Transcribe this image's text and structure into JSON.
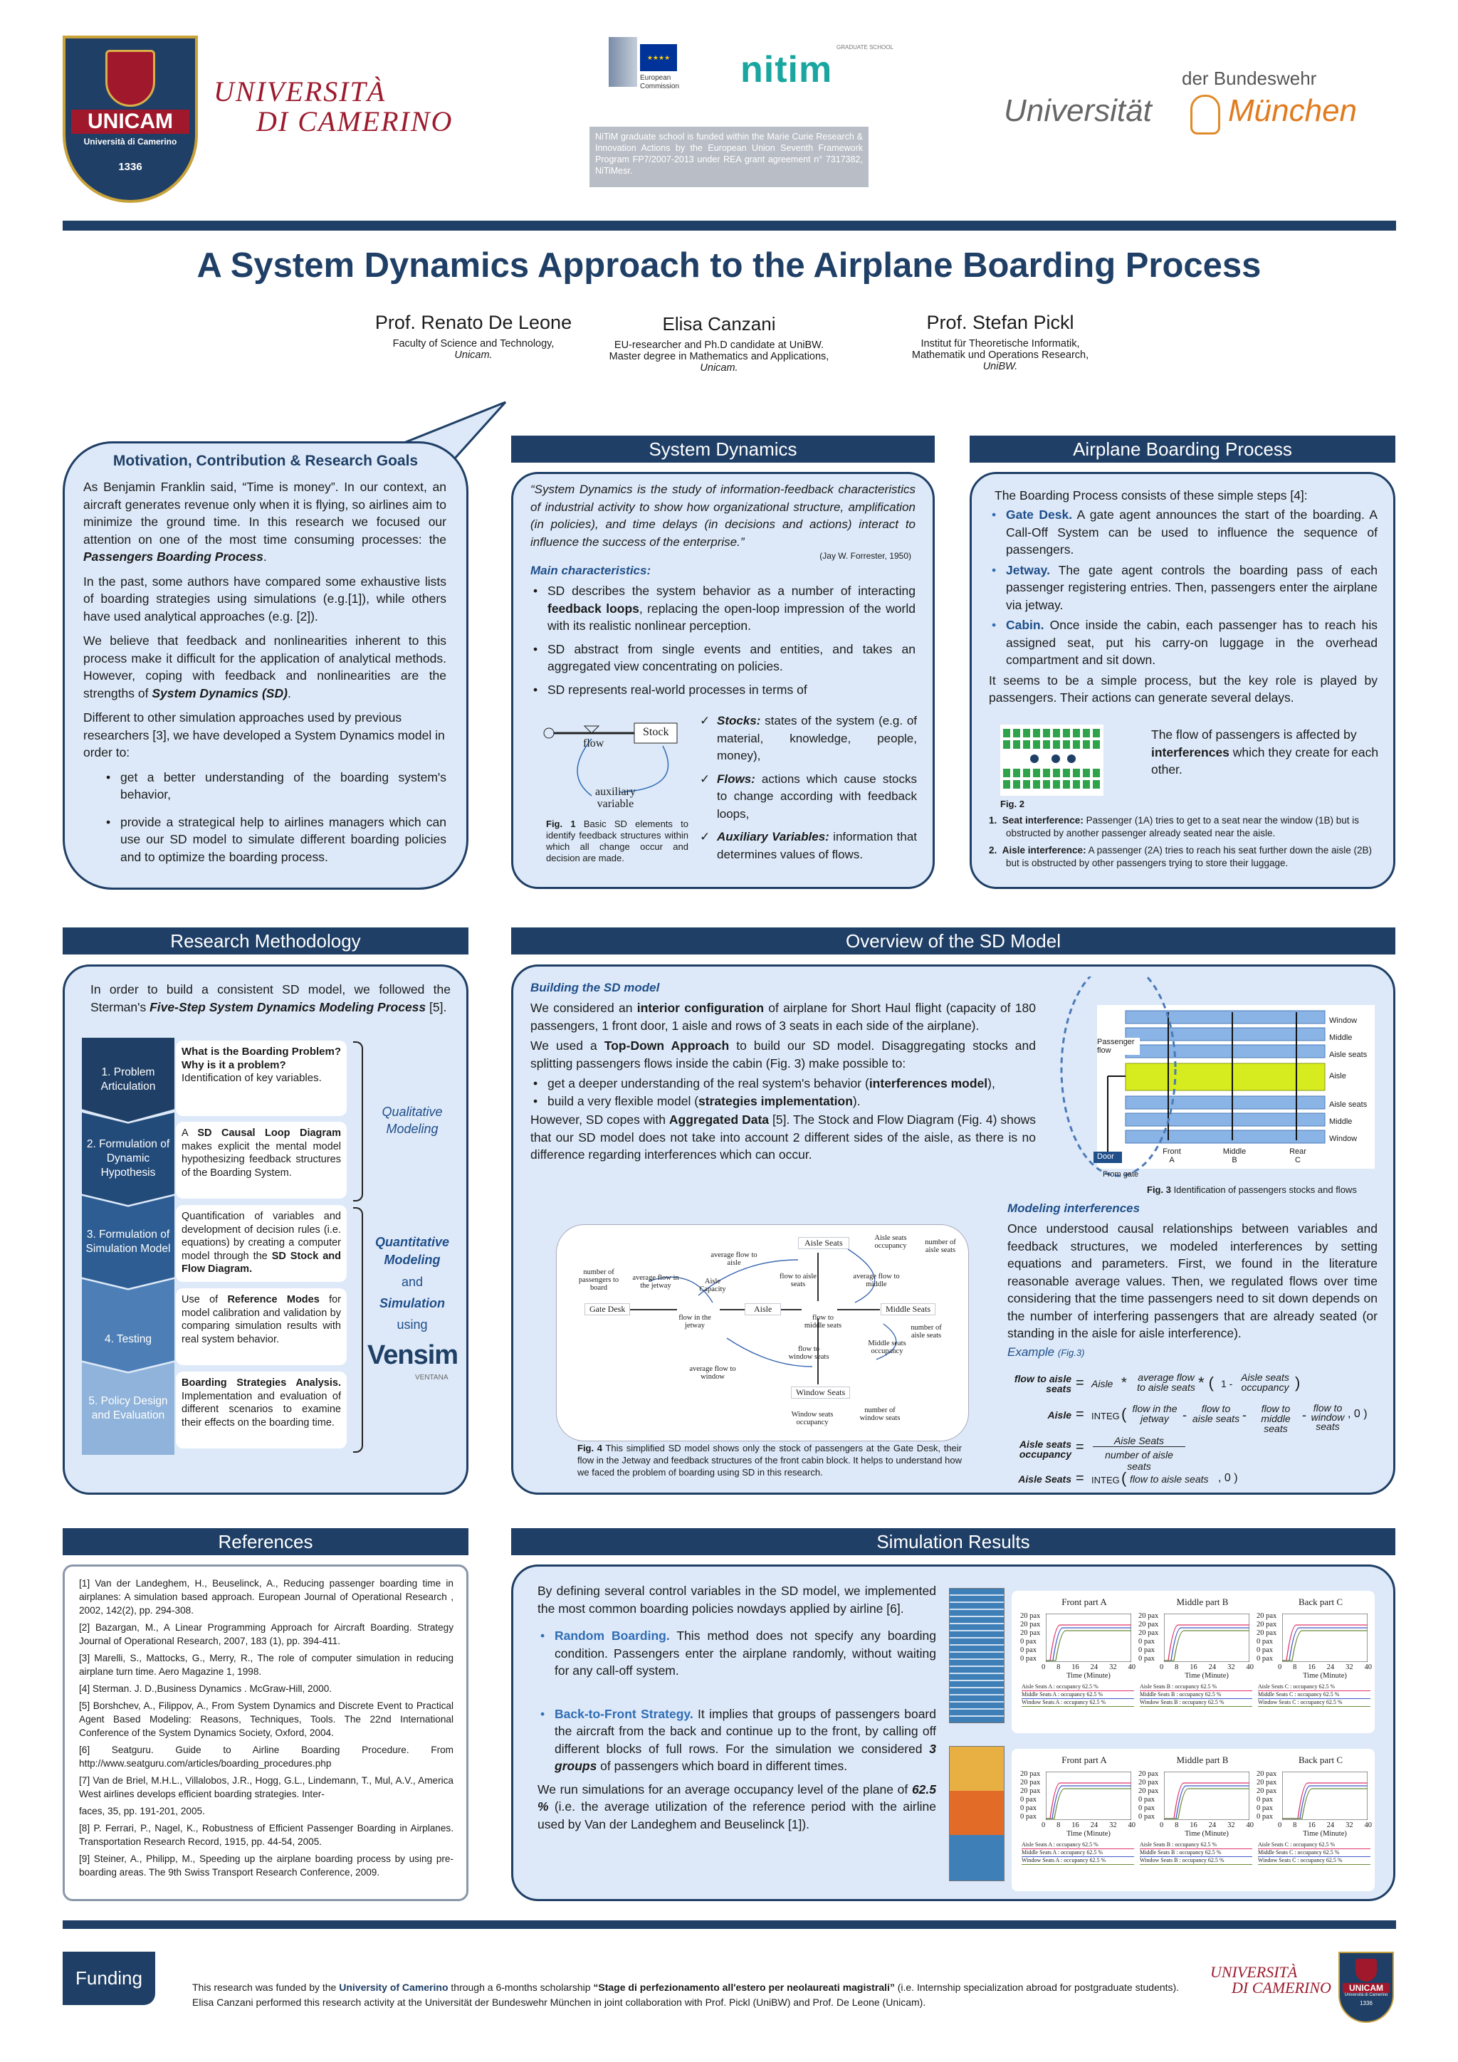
{
  "header": {
    "unicam_logo": {
      "name": "UNICAM",
      "sub": "Università di Camerino",
      "year": "1336"
    },
    "unicam_wordmark": [
      "UNIVERSITÀ",
      "DI CAMERINO"
    ],
    "ec_label": [
      "European",
      "Commission"
    ],
    "nitim_logo": "nitim",
    "nitim_tag": "GRADUATE SCHOOL",
    "nitim_note": "NiTiM graduate school is funded within the Marie Curie Research & Innovation Actions by the European Union Seventh Framework Program FP7/2007-2013 under REA grant agreement n° 7317382, NiTiMesr.",
    "unibw": {
      "top": "der Bundeswehr",
      "left": "Universität",
      "right": "München"
    }
  },
  "title": "A System Dynamics Approach to the Airplane Boarding Process",
  "authors": [
    {
      "name": "Prof. Renato De Leone",
      "lines": [
        "Faculty of Science and Technology,",
        "Unicam."
      ]
    },
    {
      "name": "Elisa Canzani",
      "lines": [
        "EU-researcher and Ph.D candidate at UniBW.",
        "Master degree in Mathematics and Applications,",
        "Unicam."
      ]
    },
    {
      "name": "Prof. Stefan Pickl",
      "lines": [
        "Institut für Theoretische Informatik,",
        "Mathematik und Operations Research,",
        "UniBW."
      ]
    }
  ],
  "motivation": {
    "title": "Motivation, Contribution & Research Goals",
    "p1": "As Benjamin Franklin said, “Time is money”. In our context, an aircraft generates revenue only when it is flying, so airlines aim to minimize the ground time. In this research we focused our attention on one of the most time consuming processes: the ",
    "p1_em": "Passengers Boarding Process",
    "p2": "In the past, some authors have compared some exhaustive lists of boarding strategies using simulations (e.g.[1]), while others have used analytical approaches (e.g. [2]).",
    "p3": "We believe that feedback and nonlinearities inherent to this process make it difficult for the application of analytical methods. However, coping with feedback and nonlinearities are the strengths of ",
    "p3_em": "System Dynamics (SD)",
    "p4": "Different to other simulation approaches used by previous researchers [3], we have developed a System Dynamics model in order to:",
    "bullets": [
      "get a better understanding of the boarding system's behavior,",
      "provide a strategical help to airlines managers which can use our SD model to simulate different boarding policies and to optimize the boarding process."
    ]
  },
  "system_dynamics": {
    "title": "System Dynamics",
    "quote": "“System Dynamics is the study of information-feedback characteristics of industrial activity to show how organizational structure, amplification (in policies), and time delays (in decisions and actions) interact to influence the success of the enterprise.”",
    "quote_author": "(Jay W. Forrester, 1950)",
    "main_char": "Main characteristics:",
    "b1a": "SD describes the system behavior as a number of interacting ",
    "b1b": "feedback loops",
    "b1c": ", replacing the open-loop impression of the world with its realistic nonlinear perception.",
    "b2": "SD abstract from single events and entities, and takes an aggregated view concentrating on policies.",
    "b3": "SD represents real-world processes in terms of",
    "checks": [
      {
        "term": "Stocks:",
        "text": " states of the system (e.g. of material, knowledge, people, money),"
      },
      {
        "term": "Flows:",
        "text": " actions which cause stocks to change according with feedback loops,"
      },
      {
        "term": "Auxiliary Variables:",
        "text": " information that determines values of flows."
      }
    ],
    "diagram": {
      "flow": "flow",
      "stock": "Stock",
      "aux1": "auxiliary",
      "aux2": "variable"
    },
    "fig1_label": "Fig. 1",
    "fig1": " Basic SD elements to identify feedback structures within which all change occur and decision are made."
  },
  "boarding": {
    "title": "Airplane Boarding Process",
    "intro": "The Boarding Process consists of these simple steps [4]:",
    "steps": [
      {
        "term": "Gate Desk.",
        "text": " A gate agent announces the start of the boarding. A Call-Off System can be used to influence the sequence of passengers."
      },
      {
        "term": "Jetway.",
        "text": " The gate agent controls the boarding pass of each passenger registering entries. Then, passengers enter the airplane via jetway."
      },
      {
        "term": "Cabin.",
        "text": " Once inside the cabin, each passenger has to reach his assigned seat, put his carry-on luggage in the overhead compartment and sit down."
      }
    ],
    "p2": "It seems to be a simple process, but the key role is played by passengers. Their actions can generate several delays.",
    "flow_a": "The flow of passengers is affected by ",
    "flow_b": "interferences",
    "flow_c": " which they create for each other.",
    "fig2": "Fig. 2",
    "notes": [
      {
        "term": "Seat interference:",
        "text": " Passenger (1A) tries to get to a seat near the window (1B) but is obstructed by another passenger already seated near the aisle."
      },
      {
        "term": "Aisle interference:",
        "text": " A passenger (2A) tries to reach his seat further down the aisle (2B) but is obstructed by other passengers trying to store their luggage."
      }
    ]
  },
  "methodology": {
    "title": "Research Methodology",
    "intro_a": "In order to build a consistent SD model, we followed the Sterman's ",
    "intro_b": "Five-Step System Dynamics Modeling Process",
    "intro_c": " [5].",
    "steps": [
      {
        "label": "1. Problem Articulation",
        "title": "What is the Boarding Problem? Why is it a problem?",
        "text": "Identification of key variables."
      },
      {
        "label": "2. Formulation of Dynamic Hypothesis",
        "pre": "A ",
        "bold": "SD Causal Loop Diagram",
        "text": " makes explicit the mental model hypothesizing feedback structures of the Boarding System."
      },
      {
        "label": "3. Formulation of Simulation Model",
        "text": "Quantification of variables and development of decision rules (i.e. equations) by creating a computer model through the ",
        "bold": "SD Stock and Flow Diagram."
      },
      {
        "label": "4. Testing",
        "pre": "Use of ",
        "bold": "Reference Modes",
        "text": " for model calibration and validation by comparing simulation results with real system behavior."
      },
      {
        "label": "5. Policy Design and Evaluation",
        "bold": "Boarding Strategies Analysis.",
        "text": " Implementation and evaluation of different scenarios to examine their effects on the boarding time."
      }
    ],
    "qualitative": "Qualitative Modeling",
    "quantitative": "Quantitative Modeling",
    "and": "and",
    "simulation": "Simulation",
    "using": "using",
    "vensim": "Vensim",
    "ventana": "VENTANA"
  },
  "overview": {
    "title": "Overview of the SD Model",
    "building": "Building the SD model",
    "p1a": "We considered an ",
    "p1b": "interior configuration",
    "p1c": " of airplane for Short Haul flight (capacity of 180 passengers, 1 front door, 1 aisle and rows of 3 seats in each side of the airplane).",
    "p2a": "We used a ",
    "p2b": "Top-Down Approach",
    "p2c": " to build our SD model. Disaggregating stocks and splitting passengers flows inside the cabin (Fig. 3) make possible to:",
    "b1a": "get a deeper understanding of the real system's behavior (",
    "b1b": "interferences model",
    "b1c": "),",
    "b2a": "build a very flexible model (",
    "b2b": "strategies implementation",
    "b2c": ").",
    "p3a": "However, SD copes with ",
    "p3b": "Aggregated Data",
    "p3c": " [5]. The Stock and Flow Diagram (Fig. 4) shows that our SD model does not take into account 2 different sides of the aisle, as there is no difference regarding interferences which can occur.",
    "fig3_labels": {
      "passenger_flow": "Passenger flow",
      "door": "Door",
      "from_gate": "From gate",
      "front": "Front A",
      "middle": "Middle B",
      "rear": "Rear C",
      "rows": [
        "Window",
        "Middle",
        "Aisle seats",
        "Aisle",
        "Aisle seats",
        "Middle",
        "Window"
      ]
    },
    "fig3_label": "Fig. 3",
    "fig3": " Identification of passengers stocks and flows",
    "modeling": "Modeling interferences",
    "p4": "Once understood causal relationships between variables and feedback structures, we modeled interferences by setting equations and parameters. First, we found in the literature reasonable average values. Then, we regulated flows over time considering that the time passengers need to sit down depends on the number of interfering passengers that are already seated (or standing in the aisle for aisle interference).",
    "example": "Example",
    "example_ref": "(Fig.3)",
    "eq": {
      "l1": "flow to aisle seats",
      "aisle": "Aisle",
      "avg": "average flow to aisle seats",
      "one": "1 -",
      "as_occ": "Aisle seats occupancy",
      "integ": "INTEG",
      "l2_a": "flow in the jetway",
      "l2_b": "flow to aisle seats",
      "l2_c": "flow to middle seats",
      "l2_d": "flow to window seats",
      "zero": "0",
      "l3": "Aisle seats occupancy",
      "l3_num": "Aisle Seats",
      "l3_den": "number of aisle seats",
      "l4": "Aisle Seats",
      "l4_a": "flow to aisle seats"
    },
    "fig4_labels": {
      "aisle_seats": "Aisle Seats",
      "asocc": "Aisle seats occupancy",
      "num_aisle": "number of aisle seats",
      "avg_aisle": "average flow to aisle",
      "num_board": "number of passengers to board",
      "avg_jet": "average flow in the jetway",
      "aisle_cap": "Aisle Capacity",
      "flow_aisle": "flow to aisle seats",
      "avg_mid": "average flow to middle",
      "gate": "Gate Desk",
      "flow_jet": "flow in the jetway",
      "aisle": "Aisle",
      "flow_mid": "flow to middle seats",
      "middle": "Middle Seats",
      "num_aisle2": "number of aisle seats",
      "mid_occ": "Middle seats occupancy",
      "flow_win": "flow to window seats",
      "avg_win": "average flow to window",
      "window": "Window Seats",
      "win_occ": "Window seats occupancy",
      "num_win": "number of window seats"
    },
    "fig4_label": "Fig. 4",
    "fig4": " This simplified SD model shows only the stock of passengers at the Gate Desk, their flow in the Jetway and feedback structures of the front cabin block. It helps to understand how we faced the problem of boarding using SD in this research."
  },
  "references": {
    "title": "References",
    "items": [
      "[1] Van der Landeghem, H., Beuselinck, A., Reducing passenger boarding time in airplanes: A simulation based approach. European Journal of Operational Research , 2002, 142(2), pp. 294-308.",
      "[2] Bazargan, M., A Linear Programming Approach for Aircraft Boarding. Strategy Journal of Operational Research, 2007, 183 (1), pp. 394-411.",
      "[3] Marelli, S., Mattocks, G., Merry, R., The role of computer simulation in reducing airplane turn time. Aero Magazine 1, 1998.",
      " [4] Sterman. J. D.,Business Dynamics . McGraw-Hill, 2000.",
      "[5] Borshchev, A., Filippov, A., From System Dynamics and Discrete Event to Practical Agent Based Modeling: Reasons, Techniques, Tools. The 22nd International Conference of the System Dynamics Society, Oxford, 2004.",
      "[6] Seatguru. Guide to Airline Boarding Procedure. From http://www.seatguru.com/articles/boarding_procedures.php",
      "[7] Van de Briel, M.H.L., Villalobos, J.R., Hogg, G.L., Lindemann, T., Mul, A.V., America West airlines develops efficient boarding strategies.  Inter-",
      "faces, 35, pp. 191-201, 2005.",
      "[8] P. Ferrari, P., Nagel, K., Robustness of Efficient Passenger Boarding in Airplanes. Transportation Research Record, 1915, pp. 44-54, 2005.",
      "[9] Steiner, A., Philipp, M., Speeding up the airplane boarding process by using pre-boarding areas.  The 9th Swiss Transport Research Conference, 2009."
    ]
  },
  "simulation": {
    "title": "Simulation Results",
    "p1": "By defining several control variables in the SD model, we implemented the most common boarding policies nowdays applied by airline [6].",
    "random_t": "Random Boarding.",
    "random": " This method does not specify any boarding condition. Passengers enter the airplane randomly, without waiting for any call-off system.",
    "btf_t": "Back-to-Front Strategy.",
    "btf_a": " It implies that groups of passengers board the aircraft from the back and continue up to the front, by calling off different blocks of full rows. For the simulation we considered ",
    "btf_b": "3 groups",
    "btf_c": " of passengers which board in different times.",
    "p3a": "We run simulations for an average occupancy level of the plane of ",
    "p3b": "62.5 %",
    "p3c": " (i.e. the average utilization of the reference period with the airline used by Van der Landeghem and Beuselinck [1]).",
    "chart_titles": [
      "Front part A",
      "Middle part B",
      "Back part C"
    ],
    "xlabel": "Time (Minute)",
    "ticks": [
      "0",
      "8",
      "16",
      "24",
      "32",
      "40"
    ],
    "yticks": [
      "20",
      "20",
      "20",
      "0",
      "0",
      "0"
    ],
    "yunit": "pax",
    "legend": {
      "A": [
        "Aisle Seats A : occupancy 62.5 %",
        "Middle Seats A : occupancy 62.5 %",
        "Window Seats A : occupancy 62.5 %"
      ],
      "B": [
        "Aisle Seats B : occupancy 62.5 %",
        "Middle Seats B : occupancy 62.5 %",
        "Window Seats B : occupancy 62.5 %"
      ],
      "C": [
        "Aisle Seats C : occupancy 62.5 %",
        "Middle Seats C : occupancy 62.5 %",
        "Window Seats C : occupancy 62.5 %"
      ]
    }
  },
  "funding": {
    "title": "Funding",
    "t1": "This research was funded by the ",
    "t2": "University of Camerino",
    "t3": " through a 6-months scholarship ",
    "t4": "“Stage di perfezionamento all'estero per neolaureati magistrali”",
    "t5": " (i.e. Internship specialization abroad for postgraduate students). Elisa Canzani  performed this research activity at the Universität der Bundeswehr München in joint collaboration with Prof. Pickl (UniBW) and Prof. De Leone (Unicam)."
  },
  "colors": {
    "navy": "#1f3f66",
    "panel": "#dde9f8",
    "accent": "#2f6db5",
    "maroon": "#9c1b2e"
  }
}
